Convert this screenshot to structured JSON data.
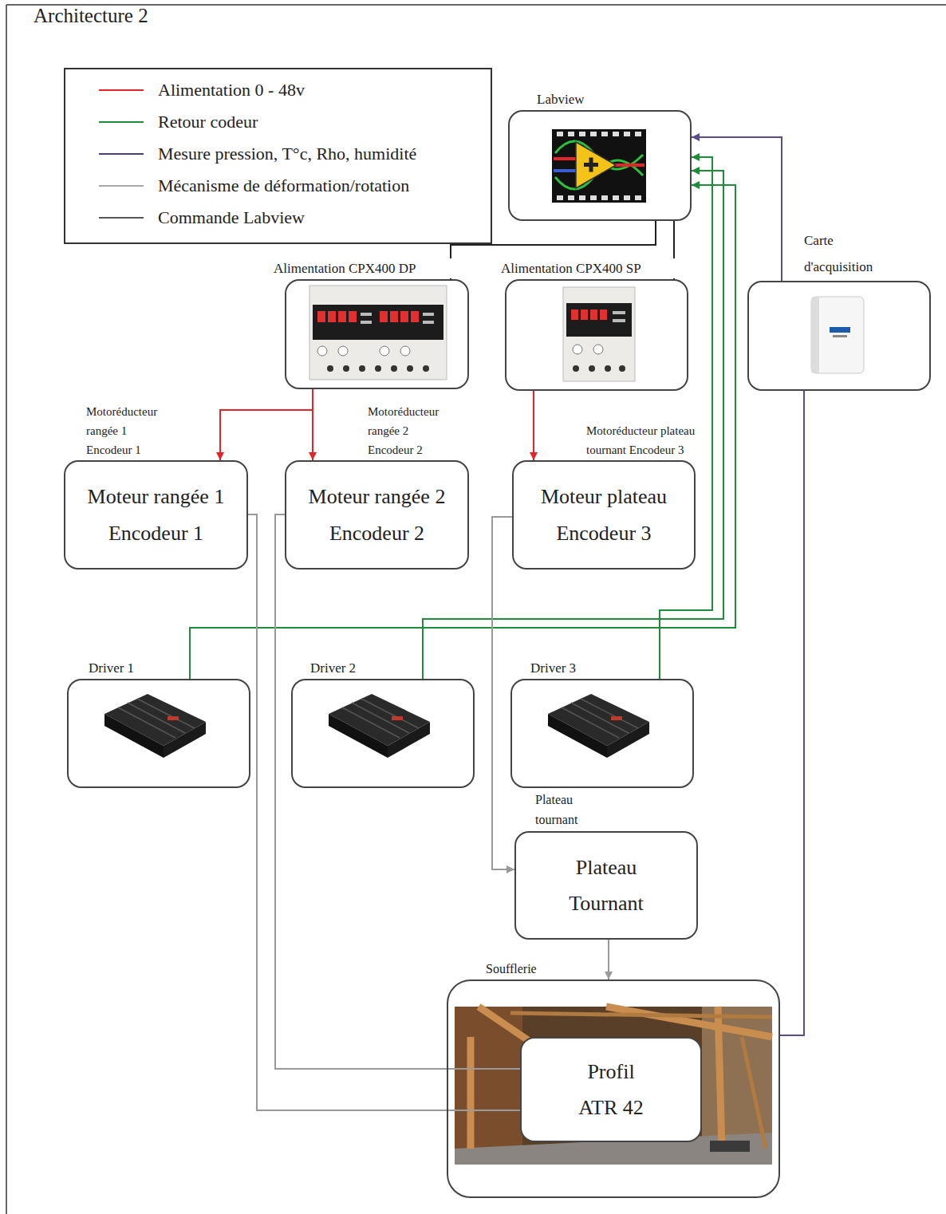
{
  "diagram": {
    "title": "Architecture 2",
    "nodes": [
      {
        "text": [
          "Labview"
        ]
      },
      {
        "text": [
          "Alimentation CPX400 DP"
        ]
      },
      {
        "text": [
          "Alimentation CPX400 SP"
        ]
      },
      {
        "text": [
          "Carte d'acquisition"
        ]
      },
      {
        "text": [
          "Motoréducteur rangée 1 Encodeur 1",
          "Moteur rangée 1",
          "Encodeur 1"
        ]
      },
      {
        "text": [
          "Motoréducteur rangée 2 Encodeur 2",
          "Moteur rangée 2",
          "Encodeur 2"
        ]
      },
      {
        "text": [
          "Motoréducteur plateau tournant Encodeur 3",
          "Moteur plateau",
          "Encodeur 3"
        ]
      },
      {
        "text": [
          "Driver 1"
        ]
      },
      {
        "text": [
          "Driver 2"
        ]
      },
      {
        "text": [
          "Driver 3"
        ]
      },
      {
        "text": [
          "Plateau tournant",
          "Plateau Tournant"
        ]
      },
      {
        "text": [
          "Soufflerie"
        ]
      },
      {
        "text": [
          "Profil",
          "ATR 42"
        ],
        "in": 11
      }
    ],
    "edges": [
      {
        "from": 0,
        "to": 1,
        "arrow": "to"
      },
      {
        "from": 0,
        "to": 2,
        "arrow": "to"
      },
      {
        "from": 1,
        "to": 4,
        "arrow": "to"
      },
      {
        "from": 1,
        "to": 5,
        "arrow": "to"
      },
      {
        "from": 2,
        "to": 6,
        "arrow": "to"
      },
      {
        "from": 7,
        "to": 0,
        "arrow": "to"
      },
      {
        "from": 8,
        "to": 0,
        "arrow": "to"
      },
      {
        "from": 9,
        "to": 0,
        "arrow": "to"
      },
      {
        "from": 3,
        "to": 0,
        "arrow": "to"
      },
      {
        "from": 11,
        "to": 3,
        "arrow": "none"
      },
      {
        "from": 4,
        "to": 12,
        "arrow": "none"
      },
      {
        "from": 5,
        "to": 12,
        "arrow": "none"
      },
      {
        "from": 6,
        "to": 10,
        "arrow": "to"
      },
      {
        "from": 10,
        "to": 11,
        "arrow": "to"
      }
    ],
    "legend": [
      {
        "text": "Alimentation 0 - 48v"
      },
      {
        "text": "Retour codeur"
      },
      {
        "text": "Mesure pression, T°c, Rho, humidité"
      },
      {
        "text": "Mécanisme de déformation/rotation"
      },
      {
        "text": "Commande Labview"
      }
    ]
  }
}
